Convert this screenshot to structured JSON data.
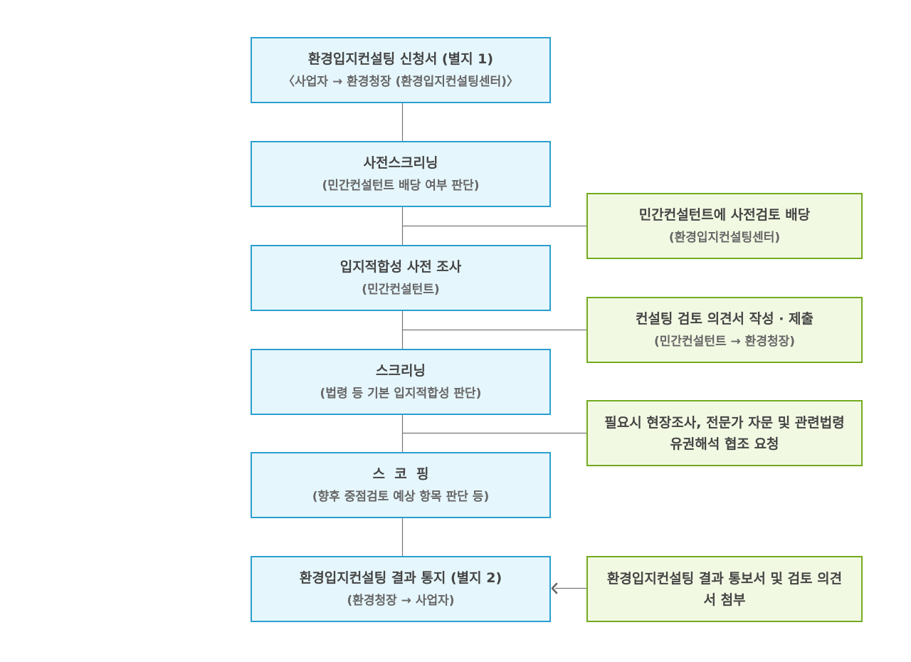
{
  "steps": [
    {
      "title": "환경입지컨설팅 신청서 (별지 1)",
      "sub": "〈사업자  → 환경청장 (환경입지컨설팅센터)〉"
    },
    {
      "title": "사전스크리닝",
      "sub": "(민간컨설턴트 배당 여부 판단)"
    },
    {
      "title": "입지적합성 사전 조사",
      "sub": "(민간컨설턴트)"
    },
    {
      "title": "스크리닝",
      "sub": "(법령 등 기본 입지적합성 판단)"
    },
    {
      "title": "스  코  핑",
      "sub": "(향후 중점검토 예상 항목 판단 등)"
    },
    {
      "title": "환경입지컨설팅 결과 통지 (별지 2)",
      "sub": "(환경청장 → 사업자)"
    }
  ],
  "side": [
    {
      "title": "민간컨설턴트에 사전검토 배당",
      "sub": "(환경입지컨설팅센터)"
    },
    {
      "title": "컨설팅 검토 의견서 작성 · 제출",
      "sub": "(민간컨설턴트 → 환경청장)"
    },
    {
      "text": "필요시 현장조사, 전문가 자문 및 관련법령 유권해석 협조 요청"
    },
    {
      "text": "환경입지컨설팅 결과 통보서 및 검토 의견서 첨부"
    }
  ],
  "colors": {
    "step_fill": "#e5f6fc",
    "step_border": "#2a9fd0",
    "side_fill": "#f2f9e3",
    "side_border": "#73ab1f",
    "connector": "#777777"
  }
}
